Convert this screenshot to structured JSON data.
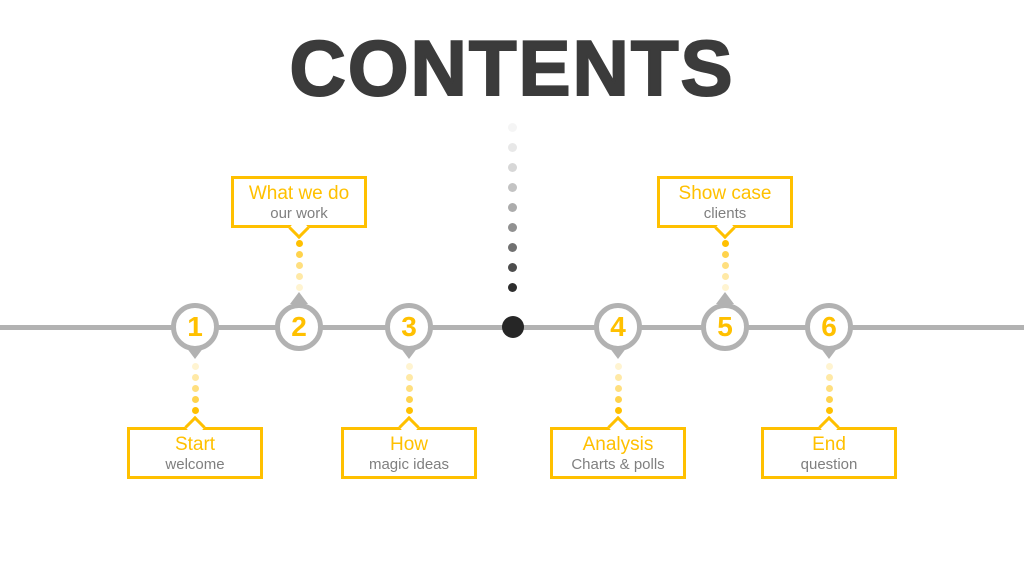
{
  "slide": {
    "title": "CONTENTS"
  },
  "timeline": {
    "items": [
      {
        "number": "1",
        "title": "Start",
        "subtitle": "welcome",
        "side": "below"
      },
      {
        "number": "2",
        "title": "What we do",
        "subtitle": "our work",
        "side": "above"
      },
      {
        "number": "3",
        "title": "How",
        "subtitle": "magic ideas",
        "side": "below"
      },
      {
        "number": "4",
        "title": "Analysis",
        "subtitle": "Charts & polls",
        "side": "below"
      },
      {
        "number": "5",
        "title": "Show case",
        "subtitle": "clients",
        "side": "above"
      },
      {
        "number": "6",
        "title": "End",
        "subtitle": "question",
        "side": "below"
      }
    ]
  },
  "colors": {
    "accent_yellow": "#FFC000",
    "line_gray": "#B2B2B2",
    "subtitle_gray": "#7F7F7F",
    "title_dark": "#3B3B3B",
    "center_dot_black": "#262626"
  }
}
